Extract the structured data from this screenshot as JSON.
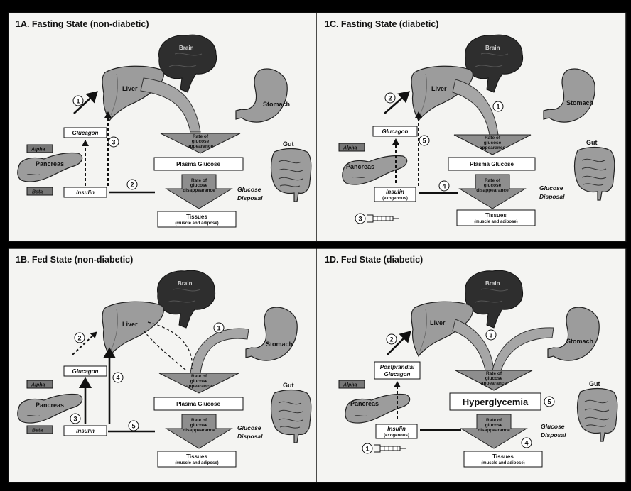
{
  "panels": [
    {
      "id": "1A",
      "title": "1A. Fasting State (non-diabetic)",
      "brain": "Brain",
      "liver": "Liver",
      "stomach": "Stomach",
      "gut": "Gut",
      "pancreas": "Pancreas",
      "alpha": "Alpha",
      "beta": "Beta",
      "glucagon": "Glucagon",
      "insulin": "Insulin",
      "appearance": [
        "Rate of",
        "glucose",
        "appearance"
      ],
      "plasma": "Plasma Glucose",
      "disappearance": [
        "Rate of",
        "glucose",
        "disappearance"
      ],
      "disposal": [
        "Glucose",
        "Disposal"
      ],
      "tissues": "Tissues",
      "tissues_sub": "(muscle and adipose)",
      "markers": [
        "1",
        "2",
        "3"
      ]
    },
    {
      "id": "1C",
      "title": "1C. Fasting State (diabetic)",
      "brain": "Brain",
      "liver": "Liver",
      "stomach": "Stomach",
      "gut": "Gut",
      "pancreas": "Pancreas",
      "alpha": "Alpha",
      "glucagon": "Glucagon",
      "insulin": "Insulin",
      "insulin_sub": "(exogenous)",
      "appearance": [
        "Rate of",
        "glucose",
        "appearance"
      ],
      "plasma": "Plasma Glucose",
      "disappearance": [
        "Rate of",
        "glucose",
        "disappearance"
      ],
      "disposal": [
        "Glucose",
        "Disposal"
      ],
      "tissues": "Tissues",
      "tissues_sub": "(muscle and adipose)",
      "markers": [
        "1",
        "2",
        "3",
        "4",
        "5"
      ]
    },
    {
      "id": "1B",
      "title": "1B. Fed State (non-diabetic)",
      "brain": "Brain",
      "liver": "Liver",
      "stomach": "Stomach",
      "gut": "Gut",
      "pancreas": "Pancreas",
      "alpha": "Alpha",
      "beta": "Beta",
      "glucagon": "Glucagon",
      "insulin": "Insulin",
      "appearance": [
        "Rate of",
        "glucose",
        "appearance"
      ],
      "plasma": "Plasma Glucose",
      "disappearance": [
        "Rate of",
        "glucose",
        "disappearance"
      ],
      "disposal": [
        "Glucose",
        "Disposal"
      ],
      "tissues": "Tissues",
      "tissues_sub": "(muscle and adipose)",
      "markers": [
        "1",
        "2",
        "3",
        "4",
        "5"
      ]
    },
    {
      "id": "1D",
      "title": "1D. Fed State (diabetic)",
      "brain": "Brain",
      "liver": "Liver",
      "stomach": "Stomach",
      "gut": "Gut",
      "pancreas": "Pancreas",
      "alpha": "Alpha",
      "glucagon_pre": "Postprandial",
      "glucagon": "Glucagon",
      "insulin": "Insulin",
      "insulin_sub": "(exogenous)",
      "appearance": [
        "Rate of",
        "glucose",
        "appearance"
      ],
      "hyperglycemia": "Hyperglycemia",
      "disappearance": [
        "Rate of",
        "glucose",
        "disappearance"
      ],
      "disposal": [
        "Glucose",
        "Disposal"
      ],
      "tissues": "Tissues",
      "tissues_sub": "(muscle and adipose)",
      "markers": [
        "1",
        "2",
        "3",
        "4",
        "5"
      ]
    }
  ]
}
